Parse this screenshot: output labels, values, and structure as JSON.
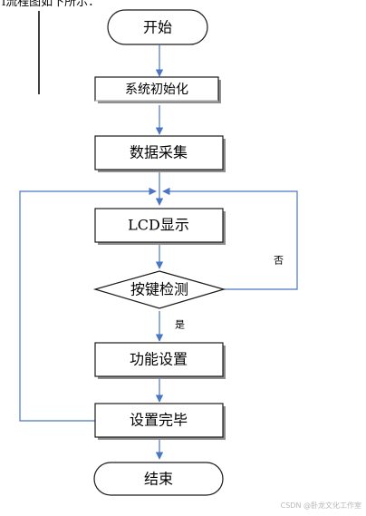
{
  "page": {
    "cut_caption": "l流程图如下所示：",
    "watermark": "CSDN @卧龙文化工作室"
  },
  "flowchart": {
    "nodes": {
      "start": "开始",
      "init": "系统初始化",
      "collect": "数据采集",
      "display": "LCD显示",
      "key_check": "按键检测",
      "func_set": "功能设置",
      "set_done": "设置完毕",
      "end": "结束"
    },
    "edge_labels": {
      "no": "否",
      "yes": "是"
    }
  },
  "colors": {
    "connector": "#4a76c6",
    "shape_border": "#1a1a1a",
    "shadow": "#8f8f8f"
  }
}
